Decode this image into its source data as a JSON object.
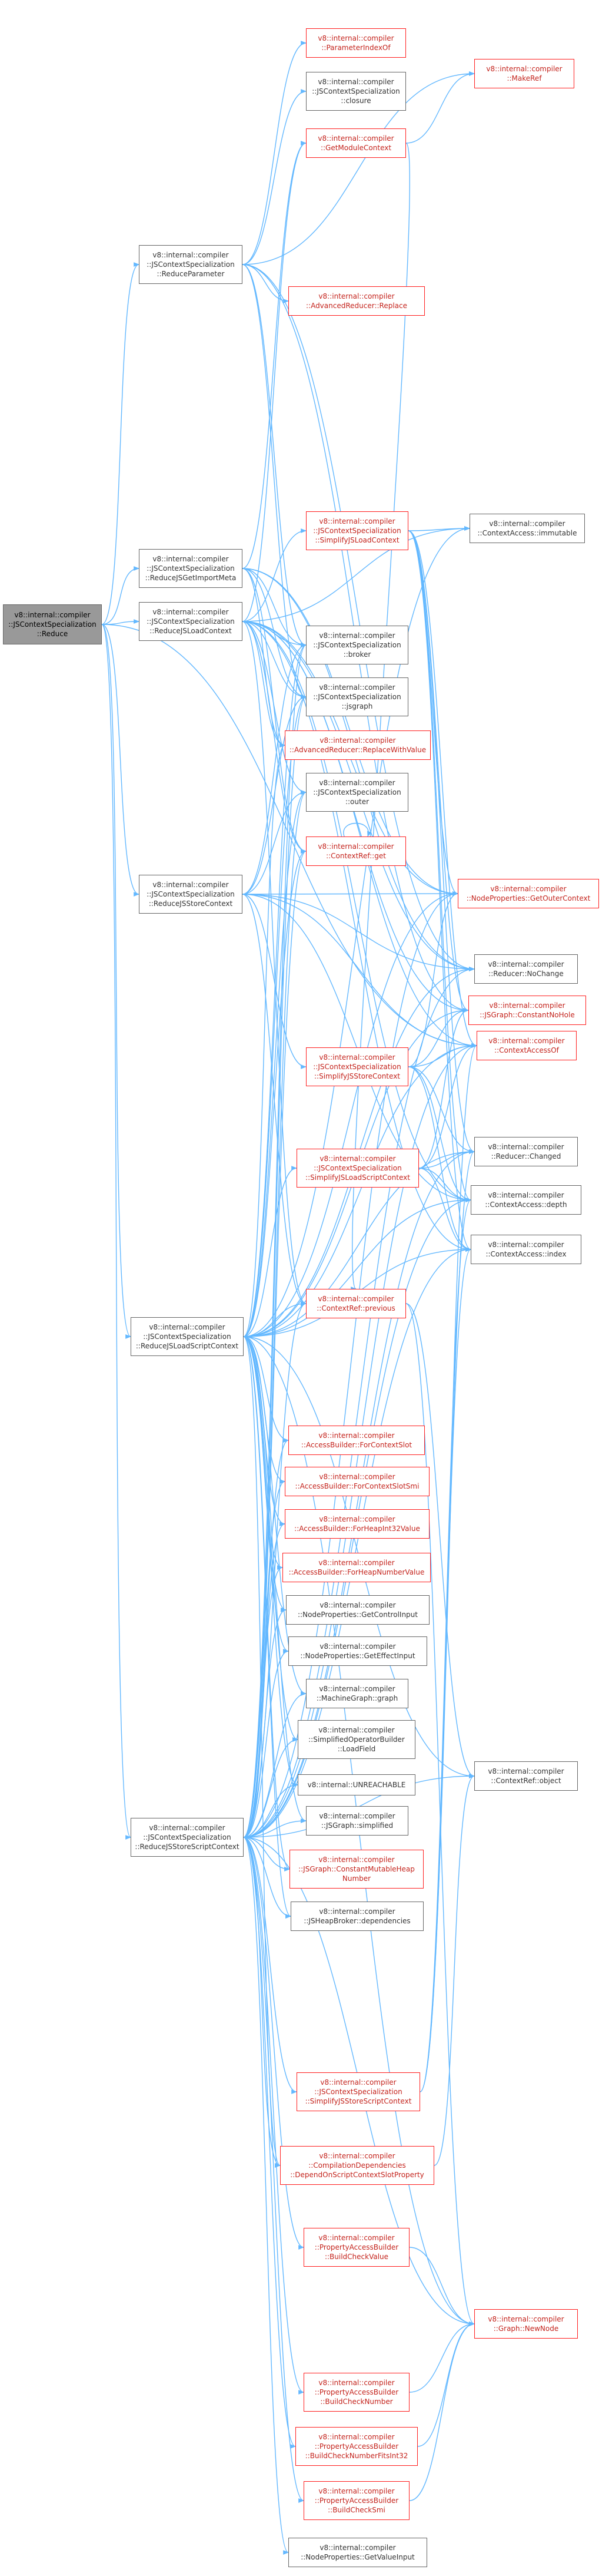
{
  "colors": {
    "edge": "#63b8ff",
    "gray_border": "#666666",
    "red_border": "#ff1f1f",
    "root_fill": "#999999"
  },
  "nodes": [
    {
      "id": "root",
      "label": "v8::internal::compiler\n::JSContextSpecialization\n::Reduce",
      "style": "root"
    },
    {
      "id": "reduce_param",
      "label": "v8::internal::compiler\n::JSContextSpecialization\n::ReduceParameter",
      "style": "gray"
    },
    {
      "id": "reduce_import",
      "label": "v8::internal::compiler\n::JSContextSpecialization\n::ReduceJSGetImportMeta",
      "style": "gray"
    },
    {
      "id": "reduce_load_ctx",
      "label": "v8::internal::compiler\n::JSContextSpecialization\n::ReduceJSLoadContext",
      "style": "gray"
    },
    {
      "id": "reduce_store_ctx",
      "label": "v8::internal::compiler\n::JSContextSpecialization\n::ReduceJSStoreContext",
      "style": "gray"
    },
    {
      "id": "reduce_load_script",
      "label": "v8::internal::compiler\n::JSContextSpecialization\n::ReduceJSLoadScriptContext",
      "style": "gray"
    },
    {
      "id": "reduce_store_script",
      "label": "v8::internal::compiler\n::JSContextSpecialization\n::ReduceJSStoreScriptContext",
      "style": "gray"
    },
    {
      "id": "param_index",
      "label": "v8::internal::compiler\n::ParameterIndexOf",
      "style": "red"
    },
    {
      "id": "closure",
      "label": "v8::internal::compiler\n::JSContextSpecialization\n::closure",
      "style": "gray"
    },
    {
      "id": "get_module_ctx",
      "label": "v8::internal::compiler\n::GetModuleContext",
      "style": "red"
    },
    {
      "id": "adv_replace",
      "label": "v8::internal::compiler\n::AdvancedReducer::Replace",
      "style": "red"
    },
    {
      "id": "simplify_load_ctx",
      "label": "v8::internal::compiler\n::JSContextSpecialization\n::SimplifyJSLoadContext",
      "style": "red"
    },
    {
      "id": "broker",
      "label": "v8::internal::compiler\n::JSContextSpecialization\n::broker",
      "style": "gray"
    },
    {
      "id": "jsgraph",
      "label": "v8::internal::compiler\n::JSContextSpecialization\n::jsgraph",
      "style": "gray"
    },
    {
      "id": "adv_replace_value",
      "label": "v8::internal::compiler\n::AdvancedReducer::ReplaceWithValue",
      "style": "red"
    },
    {
      "id": "outer",
      "label": "v8::internal::compiler\n::JSContextSpecialization\n::outer",
      "style": "gray"
    },
    {
      "id": "ctxref_get",
      "label": "v8::internal::compiler\n::ContextRef::get",
      "style": "red"
    },
    {
      "id": "simplify_store_ctx",
      "label": "v8::internal::compiler\n::JSContextSpecialization\n::SimplifyJSStoreContext",
      "style": "red"
    },
    {
      "id": "simplify_load_script",
      "label": "v8::internal::compiler\n::JSContextSpecialization\n::SimplifyJSLoadScriptContext",
      "style": "red"
    },
    {
      "id": "ctxref_previous",
      "label": "v8::internal::compiler\n::ContextRef::previous",
      "style": "red"
    },
    {
      "id": "ab_ctx_slot",
      "label": "v8::internal::compiler\n::AccessBuilder::ForContextSlot",
      "style": "red"
    },
    {
      "id": "ab_ctx_slot_smi",
      "label": "v8::internal::compiler\n::AccessBuilder::ForContextSlotSmi",
      "style": "red"
    },
    {
      "id": "ab_heap_int32",
      "label": "v8::internal::compiler\n::AccessBuilder::ForHeapInt32Value",
      "style": "red"
    },
    {
      "id": "ab_heap_number",
      "label": "v8::internal::compiler\n::AccessBuilder::ForHeapNumberValue",
      "style": "red"
    },
    {
      "id": "np_get_control",
      "label": "v8::internal::compiler\n::NodeProperties::GetControlInput",
      "style": "gray"
    },
    {
      "id": "np_get_effect",
      "label": "v8::internal::compiler\n::NodeProperties::GetEffectInput",
      "style": "gray"
    },
    {
      "id": "machine_graph",
      "label": "v8::internal::compiler\n::MachineGraph::graph",
      "style": "gray"
    },
    {
      "id": "sob_load_field",
      "label": "v8::internal::compiler\n::SimplifiedOperatorBuilder\n::LoadField",
      "style": "gray"
    },
    {
      "id": "unreachable",
      "label": "v8::internal::UNREACHABLE",
      "style": "gray"
    },
    {
      "id": "jsgraph_simplified",
      "label": "v8::internal::compiler\n::JSGraph::simplified",
      "style": "gray"
    },
    {
      "id": "jsgraph_const_heap",
      "label": "v8::internal::compiler\n::JSGraph::ConstantMutableHeap\nNumber",
      "style": "red"
    },
    {
      "id": "jsheap_deps",
      "label": "v8::internal::compiler\n::JSHeapBroker::dependencies",
      "style": "gray"
    },
    {
      "id": "simplify_store_script",
      "label": "v8::internal::compiler\n::JSContextSpecialization\n::SimplifyJSStoreScriptContext",
      "style": "red"
    },
    {
      "id": "cd_depend_slot",
      "label": "v8::internal::compiler\n::CompilationDependencies\n::DependOnScriptContextSlotProperty",
      "style": "red"
    },
    {
      "id": "pab_build_check_value",
      "label": "v8::internal::compiler\n::PropertyAccessBuilder\n::BuildCheckValue",
      "style": "red"
    },
    {
      "id": "pab_build_check_number",
      "label": "v8::internal::compiler\n::PropertyAccessBuilder\n::BuildCheckNumber",
      "style": "red"
    },
    {
      "id": "pab_build_check_fits",
      "label": "v8::internal::compiler\n::PropertyAccessBuilder\n::BuildCheckNumberFitsInt32",
      "style": "red"
    },
    {
      "id": "pab_build_check_smi",
      "label": "v8::internal::compiler\n::PropertyAccessBuilder\n::BuildCheckSmi",
      "style": "red"
    },
    {
      "id": "np_get_value",
      "label": "v8::internal::compiler\n::NodeProperties::GetValueInput",
      "style": "gray"
    },
    {
      "id": "make_ref",
      "label": "v8::internal::compiler\n::MakeRef",
      "style": "red"
    },
    {
      "id": "ctx_access_immutable",
      "label": "v8::internal::compiler\n::ContextAccess::immutable",
      "style": "gray"
    },
    {
      "id": "np_get_outer",
      "label": "v8::internal::compiler\n::NodeProperties::GetOuterContext",
      "style": "red"
    },
    {
      "id": "reducer_nochange",
      "label": "v8::internal::compiler\n::Reducer::NoChange",
      "style": "gray"
    },
    {
      "id": "jsgraph_const_nohole",
      "label": "v8::internal::compiler\n::JSGraph::ConstantNoHole",
      "style": "red"
    },
    {
      "id": "ctx_access_of",
      "label": "v8::internal::compiler\n::ContextAccessOf",
      "style": "red"
    },
    {
      "id": "reducer_changed",
      "label": "v8::internal::compiler\n::Reducer::Changed",
      "style": "gray"
    },
    {
      "id": "ctx_access_depth",
      "label": "v8::internal::compiler\n::ContextAccess::depth",
      "style": "gray"
    },
    {
      "id": "ctx_access_index",
      "label": "v8::internal::compiler\n::ContextAccess::index",
      "style": "gray"
    },
    {
      "id": "ctxref_object",
      "label": "v8::internal::compiler\n::ContextRef::object",
      "style": "gray"
    },
    {
      "id": "graph_newnode",
      "label": "v8::internal::compiler\n::Graph::NewNode",
      "style": "red"
    }
  ],
  "edges": [
    [
      "root",
      "reduce_param"
    ],
    [
      "root",
      "reduce_import"
    ],
    [
      "root",
      "reduce_load_ctx"
    ],
    [
      "root",
      "reduce_store_ctx"
    ],
    [
      "root",
      "reduce_load_script"
    ],
    [
      "root",
      "reduce_store_script"
    ],
    [
      "root",
      "ctx_access_of"
    ],
    [
      "reduce_param",
      "param_index"
    ],
    [
      "reduce_param",
      "closure"
    ],
    [
      "reduce_param",
      "adv_replace"
    ],
    [
      "reduce_param",
      "reducer_nochange"
    ],
    [
      "reduce_param",
      "make_ref"
    ],
    [
      "reduce_param",
      "broker"
    ],
    [
      "reduce_param",
      "jsgraph"
    ],
    [
      "reduce_param",
      "jsgraph_const_nohole"
    ],
    [
      "reduce_import",
      "get_module_ctx"
    ],
    [
      "reduce_import",
      "adv_replace_value"
    ],
    [
      "reduce_import",
      "broker"
    ],
    [
      "reduce_import",
      "jsgraph"
    ],
    [
      "reduce_import",
      "ctxref_get"
    ],
    [
      "reduce_import",
      "reducer_nochange"
    ],
    [
      "reduce_import",
      "np_get_outer"
    ],
    [
      "reduce_load_ctx",
      "simplify_load_ctx"
    ],
    [
      "reduce_load_ctx",
      "broker"
    ],
    [
      "reduce_load_ctx",
      "jsgraph"
    ],
    [
      "reduce_load_ctx",
      "adv_replace_value"
    ],
    [
      "reduce_load_ctx",
      "outer"
    ],
    [
      "reduce_load_ctx",
      "ctxref_get"
    ],
    [
      "reduce_load_ctx",
      "ctx_access_immutable"
    ],
    [
      "reduce_load_ctx",
      "np_get_outer"
    ],
    [
      "reduce_load_ctx",
      "reducer_nochange"
    ],
    [
      "reduce_load_ctx",
      "jsgraph_const_nohole"
    ],
    [
      "reduce_load_ctx",
      "ctx_access_of"
    ],
    [
      "reduce_load_ctx",
      "ctx_access_depth"
    ],
    [
      "reduce_load_ctx",
      "ctx_access_index"
    ],
    [
      "reduce_load_ctx",
      "ctxref_previous"
    ],
    [
      "reduce_load_ctx",
      "get_module_ctx"
    ],
    [
      "reduce_store_ctx",
      "simplify_store_ctx"
    ],
    [
      "reduce_store_ctx",
      "broker"
    ],
    [
      "reduce_store_ctx",
      "outer"
    ],
    [
      "reduce_store_ctx",
      "np_get_outer"
    ],
    [
      "reduce_store_ctx",
      "reducer_nochange"
    ],
    [
      "reduce_store_ctx",
      "ctx_access_of"
    ],
    [
      "reduce_store_ctx",
      "ctx_access_depth"
    ],
    [
      "reduce_store_ctx",
      "ctxref_previous"
    ],
    [
      "reduce_store_ctx",
      "jsgraph"
    ],
    [
      "reduce_load_script",
      "simplify_load_script"
    ],
    [
      "reduce_load_script",
      "ab_ctx_slot"
    ],
    [
      "reduce_load_script",
      "ab_ctx_slot_smi"
    ],
    [
      "reduce_load_script",
      "ab_heap_int32"
    ],
    [
      "reduce_load_script",
      "ab_heap_number"
    ],
    [
      "reduce_load_script",
      "np_get_control"
    ],
    [
      "reduce_load_script",
      "np_get_effect"
    ],
    [
      "reduce_load_script",
      "machine_graph"
    ],
    [
      "reduce_load_script",
      "sob_load_field"
    ],
    [
      "reduce_load_script",
      "unreachable"
    ],
    [
      "reduce_load_script",
      "jsgraph_simplified"
    ],
    [
      "reduce_load_script",
      "jsgraph_const_heap"
    ],
    [
      "reduce_load_script",
      "jsheap_deps"
    ],
    [
      "reduce_load_script",
      "cd_depend_slot"
    ],
    [
      "reduce_load_script",
      "graph_newnode"
    ],
    [
      "reduce_load_script",
      "broker"
    ],
    [
      "reduce_load_script",
      "jsgraph"
    ],
    [
      "reduce_load_script",
      "outer"
    ],
    [
      "reduce_load_script",
      "ctxref_get"
    ],
    [
      "reduce_load_script",
      "ctxref_previous"
    ],
    [
      "reduce_load_script",
      "ctxref_object"
    ],
    [
      "reduce_load_script",
      "adv_replace_value"
    ],
    [
      "reduce_load_script",
      "np_get_outer"
    ],
    [
      "reduce_load_script",
      "reducer_nochange"
    ],
    [
      "reduce_load_script",
      "reducer_changed"
    ],
    [
      "reduce_load_script",
      "jsgraph_const_nohole"
    ],
    [
      "reduce_load_script",
      "ctx_access_of"
    ],
    [
      "reduce_load_script",
      "ctx_access_depth"
    ],
    [
      "reduce_load_script",
      "ctx_access_index"
    ],
    [
      "reduce_load_script",
      "ctx_access_immutable"
    ],
    [
      "reduce_store_script",
      "simplify_store_script"
    ],
    [
      "reduce_store_script",
      "pab_build_check_value"
    ],
    [
      "reduce_store_script",
      "pab_build_check_number"
    ],
    [
      "reduce_store_script",
      "pab_build_check_fits"
    ],
    [
      "reduce_store_script",
      "pab_build_check_smi"
    ],
    [
      "reduce_store_script",
      "np_get_value"
    ],
    [
      "reduce_store_script",
      "cd_depend_slot"
    ],
    [
      "reduce_store_script",
      "jsheap_deps"
    ],
    [
      "reduce_store_script",
      "jsgraph_const_heap"
    ],
    [
      "reduce_store_script",
      "jsgraph_simplified"
    ],
    [
      "reduce_store_script",
      "unreachable"
    ],
    [
      "reduce_store_script",
      "sob_load_field"
    ],
    [
      "reduce_store_script",
      "machine_graph"
    ],
    [
      "reduce_store_script",
      "np_get_effect"
    ],
    [
      "reduce_store_script",
      "np_get_control"
    ],
    [
      "reduce_store_script",
      "ab_heap_number"
    ],
    [
      "reduce_store_script",
      "ab_heap_int32"
    ],
    [
      "reduce_store_script",
      "ab_ctx_slot_smi"
    ],
    [
      "reduce_store_script",
      "ab_ctx_slot"
    ],
    [
      "reduce_store_script",
      "ctxref_previous"
    ],
    [
      "reduce_store_script",
      "ctxref_get"
    ],
    [
      "reduce_store_script",
      "outer"
    ],
    [
      "reduce_store_script",
      "broker"
    ],
    [
      "reduce_store_script",
      "jsgraph"
    ],
    [
      "reduce_store_script",
      "ctx_access_of"
    ],
    [
      "reduce_store_script",
      "ctx_access_depth"
    ],
    [
      "reduce_store_script",
      "ctx_access_index"
    ],
    [
      "reduce_store_script",
      "reducer_nochange"
    ],
    [
      "reduce_store_script",
      "reducer_changed"
    ],
    [
      "reduce_store_script",
      "np_get_outer"
    ],
    [
      "reduce_store_script",
      "graph_newnode"
    ],
    [
      "reduce_store_script",
      "ctxref_object"
    ],
    [
      "get_module_ctx",
      "make_ref"
    ],
    [
      "get_module_ctx",
      "ctxref_previous"
    ],
    [
      "simplify_load_ctx",
      "ctx_access_immutable"
    ],
    [
      "simplify_load_ctx",
      "np_get_outer"
    ],
    [
      "simplify_load_ctx",
      "reducer_changed"
    ],
    [
      "simplify_load_ctx",
      "jsgraph_const_nohole"
    ],
    [
      "simplify_load_ctx",
      "ctx_access_of"
    ],
    [
      "simplify_load_ctx",
      "ctx_access_index"
    ],
    [
      "simplify_load_ctx",
      "ctx_access_depth"
    ],
    [
      "ctxref_get",
      "ctxref_get"
    ],
    [
      "simplify_store_ctx",
      "reducer_changed"
    ],
    [
      "simplify_store_ctx",
      "ctx_access_of"
    ],
    [
      "simplify_store_ctx",
      "ctx_access_index"
    ],
    [
      "simplify_store_ctx",
      "ctx_access_depth"
    ],
    [
      "simplify_store_ctx",
      "jsgraph_const_nohole"
    ],
    [
      "simplify_store_ctx",
      "np_get_outer"
    ],
    [
      "simplify_load_script",
      "reducer_changed"
    ],
    [
      "simplify_load_script",
      "ctx_access_of"
    ],
    [
      "simplify_load_script",
      "ctx_access_index"
    ],
    [
      "simplify_load_script",
      "ctx_access_depth"
    ],
    [
      "simplify_load_script",
      "jsgraph_const_nohole"
    ],
    [
      "ctxref_previous",
      "ctxref_object"
    ],
    [
      "ctxref_previous",
      "graph_newnode"
    ],
    [
      "simplify_store_script",
      "reducer_changed"
    ],
    [
      "simplify_store_script",
      "ctx_access_of"
    ],
    [
      "simplify_store_script",
      "ctx_access_index"
    ],
    [
      "simplify_store_script",
      "ctx_access_depth"
    ],
    [
      "cd_depend_slot",
      "ctxref_object"
    ],
    [
      "pab_build_check_value",
      "graph_newnode"
    ],
    [
      "pab_build_check_number",
      "graph_newnode"
    ],
    [
      "pab_build_check_fits",
      "graph_newnode"
    ],
    [
      "pab_build_check_smi",
      "graph_newnode"
    ]
  ]
}
